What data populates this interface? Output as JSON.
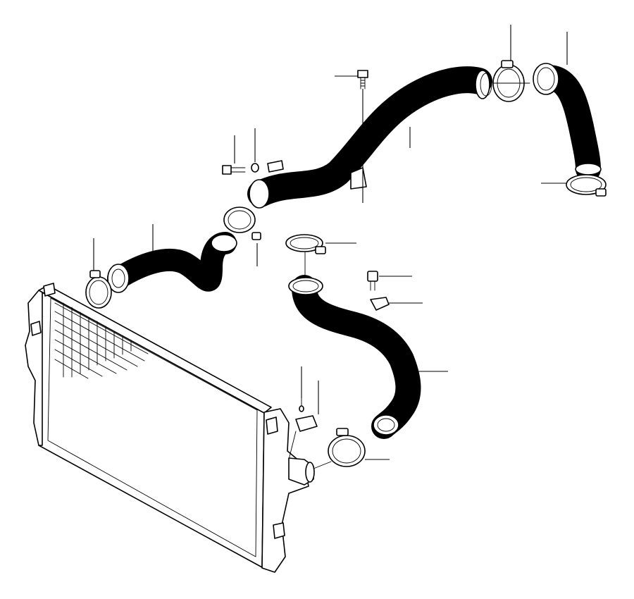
{
  "diagram": {
    "stroke_color": "#000000",
    "background": "#ffffff",
    "leaders": [
      {
        "id": "leader-bolt-top"
      },
      {
        "id": "leader-bolt-vertical"
      },
      {
        "id": "leader-upper-hose"
      },
      {
        "id": "leader-top-clamp"
      },
      {
        "id": "leader-right-elbow"
      },
      {
        "id": "leader-right-clamp"
      },
      {
        "id": "leader-small-bolt"
      },
      {
        "id": "leader-washer"
      },
      {
        "id": "leader-left-hose"
      },
      {
        "id": "leader-left-clamp"
      },
      {
        "id": "leader-mid-clamp"
      },
      {
        "id": "leader-center-clamp"
      },
      {
        "id": "leader-sensor"
      },
      {
        "id": "leader-bracket"
      },
      {
        "id": "leader-lower-hose"
      },
      {
        "id": "leader-lower-clamp"
      },
      {
        "id": "leader-small-clip-a"
      },
      {
        "id": "leader-small-clip-b"
      }
    ]
  }
}
